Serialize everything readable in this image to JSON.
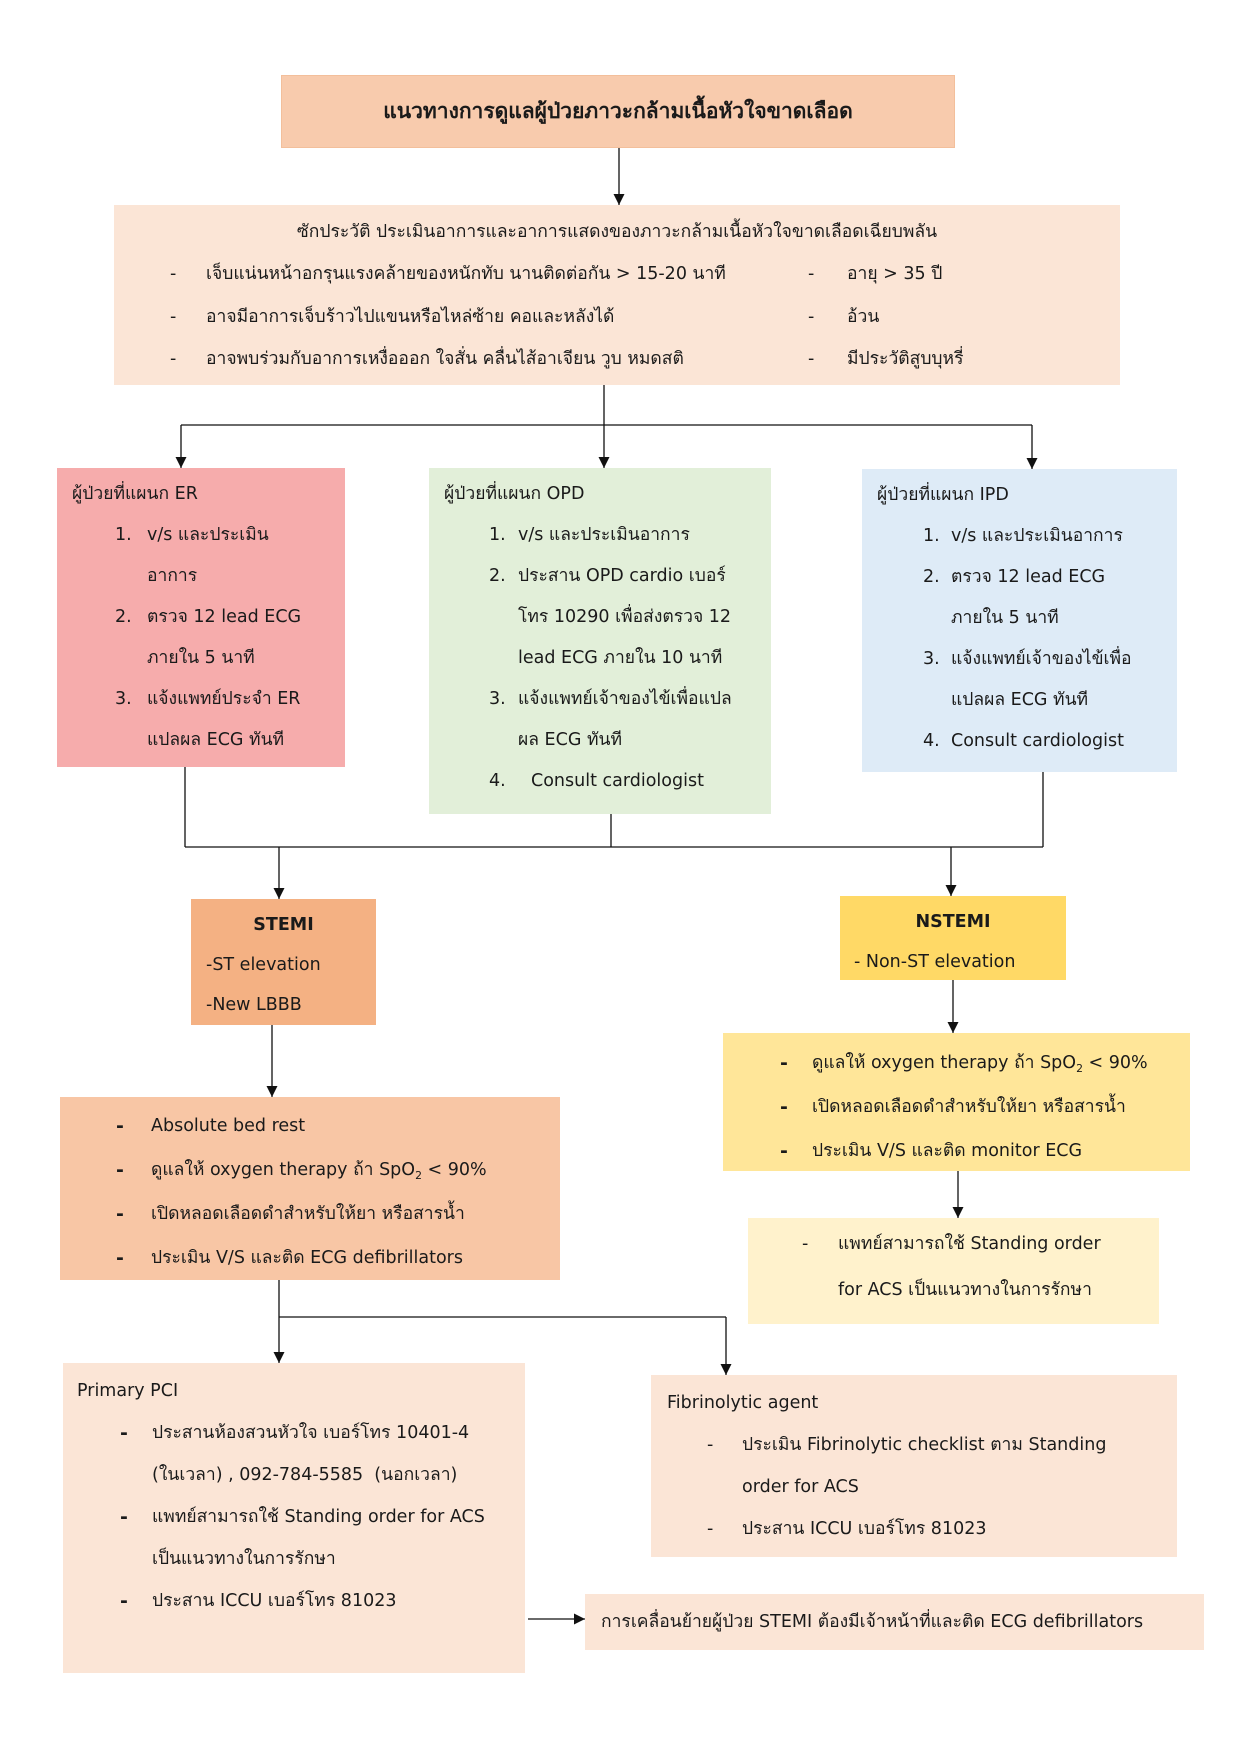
{
  "title": "แนวทางการดูแลผู้ป่วยภาวะกล้ามเนื้อหัวใจขาดเลือด",
  "dash": "-",
  "assessment": {
    "heading": "ซักประวัติ ประเมินอาการและอาการแสดงของภาวะกล้ามเนื้อหัวใจขาดเลือดเฉียบพลัน",
    "symptoms": [
      "เจ็บแน่นหน้าอกรุนแรงคล้ายของหนักทับ นานติดต่อกัน > 15-20 นาที",
      "อาจมีอาการเจ็บร้าวไปแขนหรือไหล่ซ้าย คอและหลังได้",
      "อาจพบร่วมกับอาการเหงื่อออก ใจสั่น คลื่นไส้อาเจียน วูบ หมดสติ"
    ],
    "risk_factors": [
      "อายุ > 35 ปี",
      "อ้วน",
      "มีประวัติสูบบุหรี่"
    ]
  },
  "er": {
    "heading": "ผู้ป่วยที่แผนก ER",
    "steps": [
      {
        "num": "1.",
        "lines": [
          "v/s และประเมิน",
          "อาการ"
        ]
      },
      {
        "num": "2.",
        "lines": [
          "ตรวจ 12 lead ECG",
          "ภายใน 5 นาที"
        ]
      },
      {
        "num": "3.",
        "lines": [
          "แจ้งแพทย์ประจำ ER",
          "แปลผล ECG ทันที"
        ]
      }
    ]
  },
  "opd": {
    "heading": "ผู้ป่วยที่แผนก OPD",
    "steps": [
      {
        "num": "1.",
        "lines": [
          "v/s และประเมินอาการ"
        ]
      },
      {
        "num": "2.",
        "lines": [
          "ประสาน OPD cardio เบอร์",
          "โทร 10290 เพื่อส่งตรวจ 12",
          "lead ECG ภายใน 10 นาที"
        ]
      },
      {
        "num": "3.",
        "lines": [
          "แจ้งแพทย์เจ้าของไข้เพื่อแปล",
          "ผล ECG ทันที"
        ]
      },
      {
        "num": "4.",
        "lines": [
          "Consult cardiologist"
        ]
      }
    ]
  },
  "ipd": {
    "heading": "ผู้ป่วยที่แผนก IPD",
    "steps": [
      {
        "num": "1.",
        "lines": [
          "v/s และประเมินอาการ"
        ]
      },
      {
        "num": "2.",
        "lines": [
          "ตรวจ 12 lead ECG",
          "ภายใน 5 นาที"
        ]
      },
      {
        "num": "3.",
        "lines": [
          "แจ้งแพทย์เจ้าของไข้เพื่อ",
          "แปลผล ECG ทันที"
        ]
      },
      {
        "num": "4.",
        "lines": [
          "Consult cardiologist"
        ]
      }
    ]
  },
  "stemi": {
    "heading": "STEMI",
    "criteria": [
      "-ST elevation",
      "-New LBBB"
    ]
  },
  "nstemi": {
    "heading": "NSTEMI",
    "criteria": [
      "- Non-ST elevation"
    ]
  },
  "stemi_care": {
    "items": [
      {
        "text": "Absolute bed rest"
      },
      {
        "pre": "ดูแลให้ oxygen therapy ถ้า SpO",
        "sub": "2",
        "post": " < 90%"
      },
      {
        "text": "เปิดหลอดเลือดดำสำหรับให้ยา หรือสารน้ำ"
      },
      {
        "text": "ประเมิน V/S และติด ECG defibrillators"
      }
    ]
  },
  "nstemi_care": {
    "items": [
      {
        "pre": "ดูแลให้ oxygen therapy ถ้า SpO",
        "sub": "2",
        "post": " < 90%"
      },
      {
        "text": "เปิดหลอดเลือดดำสำหรับให้ยา หรือสารน้ำ"
      },
      {
        "text": "ประเมิน V/S และติด monitor ECG"
      }
    ]
  },
  "nstemi_standing_order": {
    "lines": [
      "แพทย์สามารถใช้ Standing order",
      "for ACS เป็นแนวทางในการรักษา"
    ]
  },
  "primary_pci": {
    "heading": "Primary PCI",
    "items": [
      {
        "lines": [
          "ประสานห้องสวนหัวใจ เบอร์โทร 10401-4",
          "(ในเวลา) , 092-784-5585  (นอกเวลา)"
        ]
      },
      {
        "lines": [
          "แพทย์สามารถใช้ Standing order for ACS",
          "เป็นแนวทางในการรักษา"
        ]
      },
      {
        "lines": [
          "ประสาน ICCU เบอร์โทร 81023"
        ]
      }
    ]
  },
  "fibrinolytic": {
    "heading": "Fibrinolytic agent",
    "items": [
      {
        "lines": [
          "ประเมิน Fibrinolytic checklist ตาม Standing",
          "order for ACS"
        ]
      },
      {
        "lines": [
          "ประสาน ICCU เบอร์โทร 81023"
        ]
      }
    ]
  },
  "transfer_note": "การเคลื่อนย้ายผู้ป่วย STEMI ต้องมีเจ้าหน้าที่และติด ECG defibrillators",
  "colors": {
    "title": "#f8cbad",
    "assessment": "#fbe5d6",
    "er": "#f6acac",
    "opd": "#e2efd9",
    "ipd": "#deebf7",
    "stemi": "#f4b183",
    "nstemi": "#ffd966",
    "stemi_care": "#f8c6a5",
    "nstemi_care": "#ffe699",
    "standing_order": "#fff2cc",
    "primary_pci": "#fbe5d6",
    "fibrinolytic": "#fbe5d6",
    "transfer": "#fbe5d6",
    "connector": "#111111"
  }
}
